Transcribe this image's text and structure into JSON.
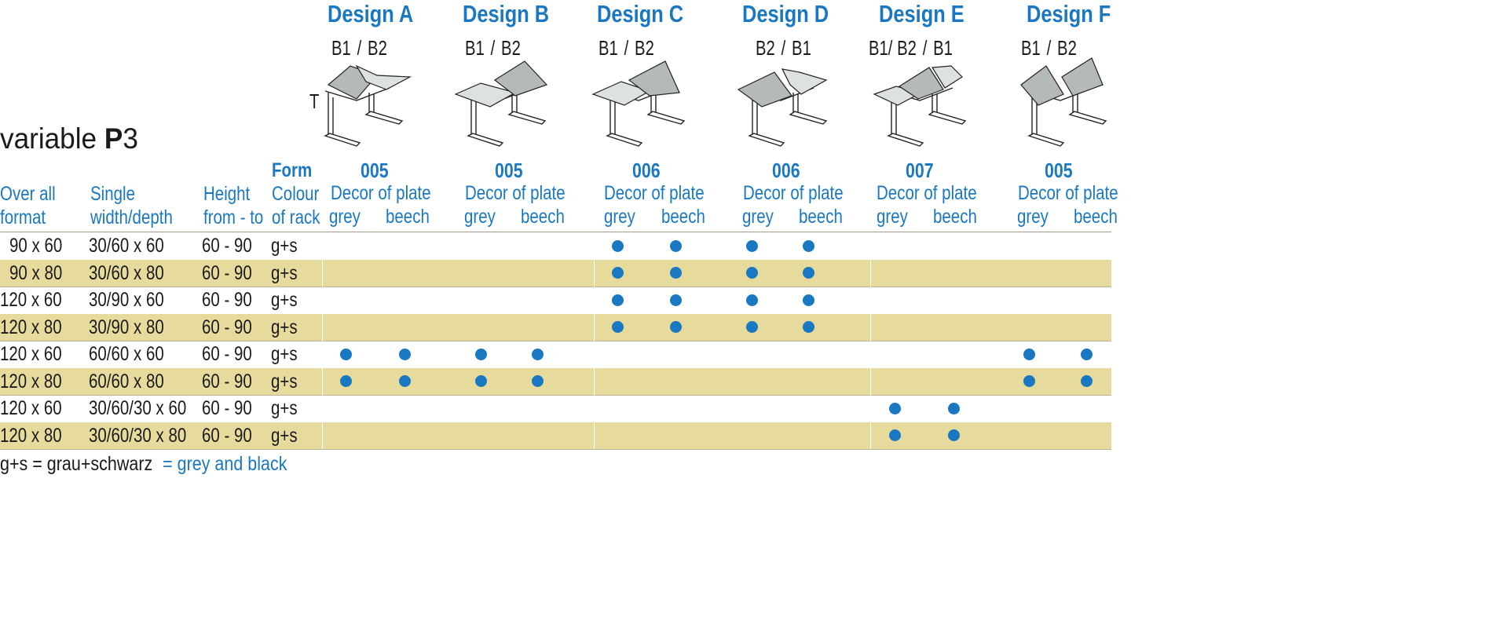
{
  "title": {
    "prefix": "variable",
    "bold": "P",
    "suffix": "3"
  },
  "designs": [
    {
      "name": "Design A",
      "labels": [
        "B1",
        "/",
        "B2"
      ],
      "code": "005",
      "decor": "Decor of plate",
      "grey": "grey",
      "beech": "beech",
      "extra": "T"
    },
    {
      "name": "Design B",
      "labels": [
        "B1",
        "/",
        "B2"
      ],
      "code": "005",
      "decor": "Decor of plate",
      "grey": "grey",
      "beech": "beech"
    },
    {
      "name": "Design C",
      "labels": [
        "B1",
        "/",
        "B2"
      ],
      "code": "006",
      "decor": "Decor of plate",
      "grey": "grey",
      "beech": "beech"
    },
    {
      "name": "Design D",
      "labels": [
        "B2",
        "/",
        "B1"
      ],
      "code": "006",
      "decor": "Decor of plate",
      "grey": "grey",
      "beech": "beech"
    },
    {
      "name": "Design E",
      "labels": [
        "B1/ B2",
        "/",
        "B1"
      ],
      "code": "007",
      "decor": "Decor of plate",
      "grey": "grey",
      "beech": "beech"
    },
    {
      "name": "Design F",
      "labels": [
        "B1",
        "/",
        "B2"
      ],
      "code": "005",
      "decor": "Decor of plate",
      "grey": "grey",
      "beech": "beech"
    }
  ],
  "headers": {
    "overall_1": "Over all",
    "overall_2": "format",
    "single_1": "Single",
    "single_2": "width/depth",
    "height_1": "Height",
    "height_2": "from - to",
    "form": "Form",
    "colour_1": "Colour",
    "colour_2": "of rack"
  },
  "rows": [
    {
      "format": "90 x 60",
      "single": "30/60 x 60",
      "height": "60 - 90",
      "colour": "g+s",
      "marks": [
        0,
        0,
        0,
        0,
        1,
        1,
        1,
        1,
        0,
        0,
        0,
        0
      ]
    },
    {
      "format": "90 x 80",
      "single": "30/60 x 80",
      "height": "60 - 90",
      "colour": "g+s",
      "marks": [
        0,
        0,
        0,
        0,
        1,
        1,
        1,
        1,
        0,
        0,
        0,
        0
      ]
    },
    {
      "format": "120 x 60",
      "single": "30/90 x 60",
      "height": "60 - 90",
      "colour": "g+s",
      "marks": [
        0,
        0,
        0,
        0,
        1,
        1,
        1,
        1,
        0,
        0,
        0,
        0
      ]
    },
    {
      "format": "120 x 80",
      "single": "30/90 x 80",
      "height": "60 - 90",
      "colour": "g+s",
      "marks": [
        0,
        0,
        0,
        0,
        1,
        1,
        1,
        1,
        0,
        0,
        0,
        0
      ]
    },
    {
      "format": "120 x 60",
      "single": "60/60 x 60",
      "height": "60 - 90",
      "colour": "g+s",
      "marks": [
        1,
        1,
        1,
        1,
        0,
        0,
        0,
        0,
        0,
        0,
        1,
        1
      ]
    },
    {
      "format": "120 x 80",
      "single": "60/60 x 80",
      "height": "60 - 90",
      "colour": "g+s",
      "marks": [
        1,
        1,
        1,
        1,
        0,
        0,
        0,
        0,
        0,
        0,
        1,
        1
      ]
    },
    {
      "format": "120 x 60",
      "single": "30/60/30 x 60",
      "height": "60 - 90",
      "colour": "g+s",
      "marks": [
        0,
        0,
        0,
        0,
        0,
        0,
        0,
        0,
        1,
        1,
        0,
        0
      ]
    },
    {
      "format": "120 x 80",
      "single": "30/60/30 x 80",
      "height": "60 - 90",
      "colour": "g+s",
      "marks": [
        0,
        0,
        0,
        0,
        0,
        0,
        0,
        0,
        1,
        1,
        0,
        0
      ]
    }
  ],
  "footnote": {
    "abbr": "g+s",
    "eq1": "=",
    "german": "grau+schwarz",
    "english": "= grey and black"
  },
  "colors": {
    "accent": "#1a78c2",
    "band": "#e6db9c",
    "plate_grey": "#b4bab8",
    "plate_light": "#dde2e1"
  }
}
